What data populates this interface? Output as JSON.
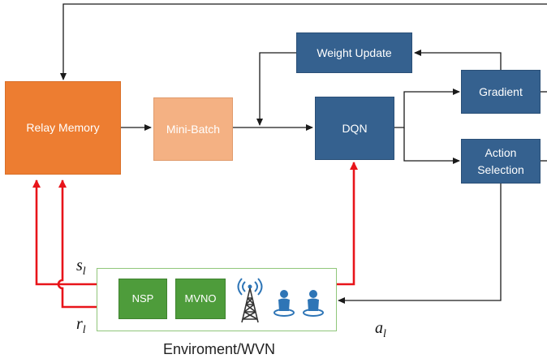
{
  "nodes": {
    "relay_memory": "Relay Memory",
    "mini_batch": "Mini-Batch",
    "dqn": "DQN",
    "weight_update": "Weight Update",
    "gradient": "Gradient",
    "action_selection": "Action\nSelection",
    "nsp": "NSP",
    "mvno": "MVNO"
  },
  "environment": {
    "title": "Enviroment/WVN"
  },
  "labels": {
    "s": "s",
    "s_sub": "l",
    "r": "r",
    "r_sub": "l",
    "a": "a",
    "a_sub": "l"
  },
  "icons": [
    "cell-tower-icon",
    "user-icon",
    "user-icon"
  ],
  "colors": {
    "block_blue": "#35618f",
    "relay_orange": "#ed7d31",
    "mini_batch_peach": "#f4b183",
    "env_green": "#4e9c3b",
    "env_border": "#90c67a",
    "state_arrow_red": "#e8141a",
    "line_black": "#1a1a1a"
  }
}
